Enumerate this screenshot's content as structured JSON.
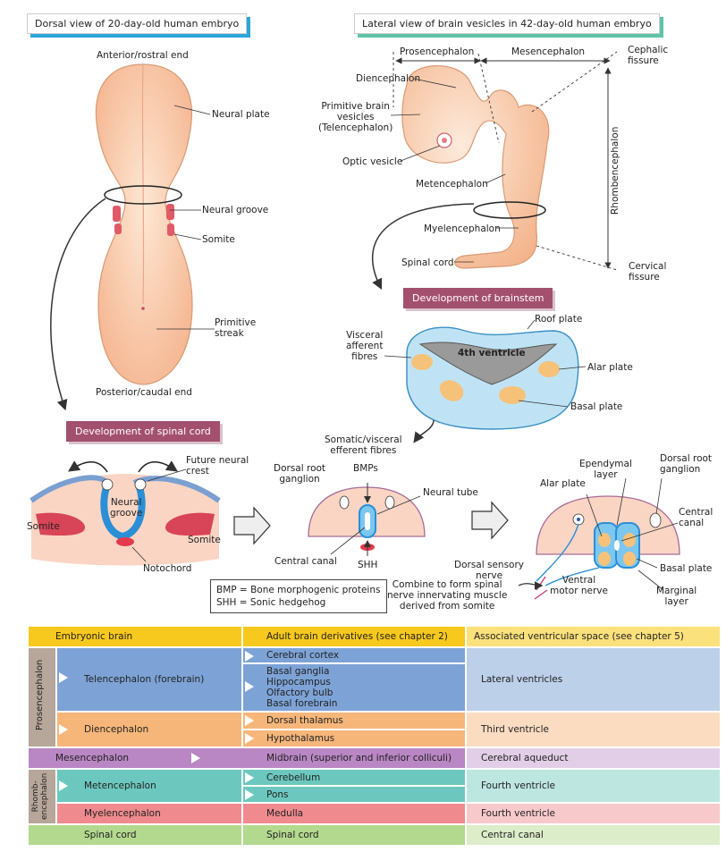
{
  "top_left": {
    "banner": "Dorsal view of 20-day-old human embryo",
    "anterior": "Anterior/rostral end",
    "neural_plate": "Neural plate",
    "neural_groove": "Neural groove",
    "somite": "Somite",
    "primitive_streak": "Primitive\nstreak",
    "posterior": "Posterior/caudal end"
  },
  "top_right": {
    "banner": "Lateral view of brain vesicles in 42-day-old human embryo",
    "prosencephalon": "Prosencephalon",
    "mesencephalon": "Mesencephalon",
    "cephalic_fissure": "Cephalic\nfissure",
    "diencephalon": "Diencephalon",
    "primitive_vesicles": "Primitive brain\nvesicles\n(Telencephalon)",
    "optic_vesicle": "Optic vesicle",
    "metencephalon": "Metencephalon",
    "rhombencephalon": "Rhombencephalon",
    "myelencephalon": "Myelencephalon",
    "spinal_cord": "Spinal cord",
    "cervical_fissure": "Cervical\nfissure"
  },
  "brainstem": {
    "title": "Development of brainstem",
    "roof_plate": "Roof plate",
    "visceral_afferent": "Visceral\nafferent\nfibres",
    "fourth_ventricle": "4th ventricle",
    "alar_plate": "Alar plate",
    "basal_plate": "Basal plate",
    "somatic_efferent": "Somatic/visceral\nefferent fibres"
  },
  "spinal": {
    "title": "Development of spinal cord",
    "future_neural_crest": "Future neural\ncrest",
    "neural_groove": "Neural\ngroove",
    "somite_left": "Somite",
    "somite_right": "Somite",
    "notochord": "Notochord",
    "dorsal_root_ganglion": "Dorsal root\nganglion",
    "bmps": "BMPs",
    "neural_tube": "Neural tube",
    "central_canal": "Central canal",
    "shh": "SHH",
    "ependymal_layer": "Ependymal\nlayer",
    "dorsal_root_ganglion2": "Dorsal root\nganglion",
    "alar_plate": "Alar plate",
    "central_canal2": "Central\ncanal",
    "dorsal_sensory": "Dorsal sensory\nnerve",
    "basal_plate": "Basal plate",
    "ventral_motor": "Ventral\nmotor nerve",
    "marginal_layer": "Marginal\nlayer",
    "combine": "Combine to form spinal\nnerve innervating muscle\nderived from somite"
  },
  "legend": {
    "bmp": "BMP = Bone morphogenic proteins",
    "shh": "SHH = Sonic hedgehog"
  },
  "table": {
    "headers": [
      "Embryonic brain",
      "Adult brain derivatives (see chapter 2)",
      "Associated ventricular space (see chapter 5)"
    ],
    "prosencephalon": "Prosencephalon",
    "rhombencephalon": "Rhomb-\nencephalon",
    "telencephalon": "Telencephalon (forebrain)",
    "cerebral_cortex": "Cerebral cortex",
    "basal_group": "Basal ganglia\nHippocampus\nOlfactory bulb\nBasal forebrain",
    "lateral_ventricles": "Lateral ventricles",
    "diencephalon": "Diencephalon",
    "dorsal_thalamus": "Dorsal thalamus",
    "hypothalamus": "Hypothalamus",
    "third_ventricle": "Third ventricle",
    "mesencephalon": "Mesencephalon",
    "midbrain": "Midbrain (superior and inferior colliculi)",
    "cerebral_aqueduct": "Cerebral aqueduct",
    "metencephalon": "Metencephalon",
    "cerebellum": "Cerebellum",
    "pons": "Pons",
    "fourth_ventricle_1": "Fourth ventricle",
    "myelencephalon": "Myelencephalon",
    "medulla": "Medulla",
    "fourth_ventricle_2": "Fourth ventricle",
    "spinal_cord": "Spinal cord",
    "spinal_cord_adult": "Spinal cord",
    "central_canal": "Central canal"
  },
  "colors": {
    "header": "#f7c81e",
    "telencephalon": "#7da3d6",
    "telencephalon_light": "#bcd0ea",
    "diencephalon": "#f6b67a",
    "diencephalon_light": "#fbdcc0",
    "mesencephalon": "#b987c3",
    "mesencephalon_light": "#e2cfe7",
    "metencephalon": "#6cc8bf",
    "metencephalon_light": "#bde6e1",
    "myelencephalon": "#ef8a8e",
    "myelencephalon_light": "#f8c9cb",
    "spinal": "#b3d98f",
    "spinal_light": "#dcedc9",
    "side_label": "#b7a79a"
  }
}
